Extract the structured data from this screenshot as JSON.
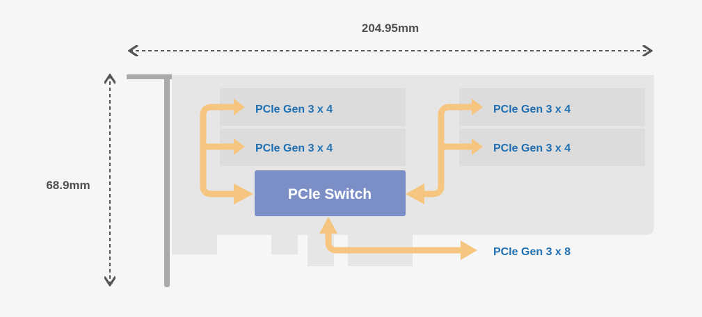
{
  "dimensions": {
    "width": "204.95mm",
    "height": "68.9mm"
  },
  "switch": {
    "label": "PCIe Switch",
    "color": "#7b8fc6"
  },
  "slots": {
    "left_top": "PCIe Gen 3 x 4",
    "left_bottom": "PCIe Gen 3 x 4",
    "right_top": "PCIe Gen 3 x 4",
    "right_bottom": "PCIe Gen 3 x 4"
  },
  "host_link": {
    "label": "PCIe Gen 3 x 8"
  },
  "colors": {
    "arrow": "#f6c57f",
    "board": "#e6e6e6",
    "slot": "#dcdcdc",
    "text_blue": "#1f6fb3",
    "dim_text": "#505050"
  }
}
